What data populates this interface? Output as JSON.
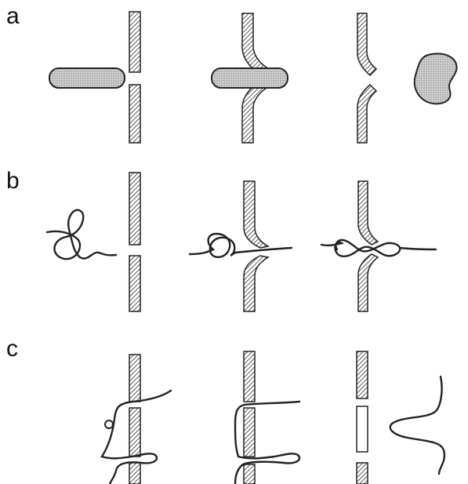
{
  "figure": {
    "panels": [
      {
        "label": "a"
      },
      {
        "label": "b"
      },
      {
        "label": "c"
      }
    ]
  },
  "colors": {
    "ink": "#222222",
    "stipple_fill": "#c8c8c8",
    "hatch": "#333333",
    "background": "#ffffff"
  }
}
